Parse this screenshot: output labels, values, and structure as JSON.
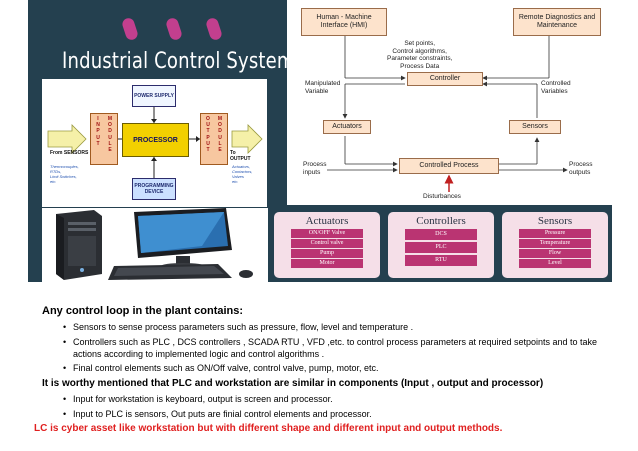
{
  "poster": {
    "title": "Industrial Control System"
  },
  "block_diagram": {
    "power_supply": "POWER SUPPLY",
    "processor": "PROCESSOR",
    "programming_device": "PROGRAMMING DEVICE",
    "input_module": [
      "I N P U T",
      "M O D U L E"
    ],
    "output_module": [
      "O U T P U T",
      "M O D U L E"
    ],
    "from_sensors": "From SENSORS",
    "sensor_examples": "Thermocouples,\nRTDs,\nLimit Switches,\netc.",
    "to_output": "To\nOUTPUT",
    "output_examples": "Actuators,\nContactors,\nValves\netc."
  },
  "flow_diagram": {
    "hmi": "Human - Machine Interface (HMI)",
    "remote": "Remote Diagnostics and Maintenance",
    "inputs_note": "Set points,\nControl algorithms,\nParameter constraints,\nProcess Data",
    "controller": "Controller",
    "manipulated": "Manipulated\nVariable",
    "controlled": "Controlled\nVariables",
    "actuators": "Actuators",
    "sensors": "Sensors",
    "process_inputs": "Process\ninputs",
    "controlled_process": "Controlled Process",
    "process_outputs": "Process\noutputs",
    "disturbances": "Disturbances"
  },
  "categories": [
    {
      "title": "Actuators",
      "items": [
        "ON/OFF Valve",
        "Control valve",
        "Pump",
        "Motor"
      ]
    },
    {
      "title": "Controllers",
      "items": [
        "DCS",
        "PLC",
        "RTU"
      ]
    },
    {
      "title": "Sensors",
      "items": [
        "Pressure",
        "Temperature",
        "Flow",
        "Level"
      ]
    }
  ],
  "text": {
    "heading1": "Any control loop in the plant contains:",
    "bullets1": [
      "Sensors to sense process parameters such as pressure, flow, level and temperature .",
      "Controllers such as PLC , DCS controllers , SCADA RTU , VFD ,etc. to control process parameters at required setpoints and to take actions according to implemented logic and control algorithms .",
      "Final control elements such as ON/Off valve, control valve, pump, motor, etc."
    ],
    "heading2": "It is worthy mentioned that PLC and workstation are similar in components (Input , output and processor)",
    "bullets2": [
      "Input for workstation is keyboard, output is screen and processor.",
      "Input to PLC is sensors, Out puts are finial control elements and processor."
    ],
    "conclusion": "LC is cyber asset like workstation but with different shape and different input and output methods."
  },
  "colors": {
    "poster_bg": "#24404f",
    "accent_magenta": "#ba3472",
    "box_fill": "#fde3cc",
    "processor_yellow": "#f2d000",
    "conclusion_red": "#e02020"
  }
}
